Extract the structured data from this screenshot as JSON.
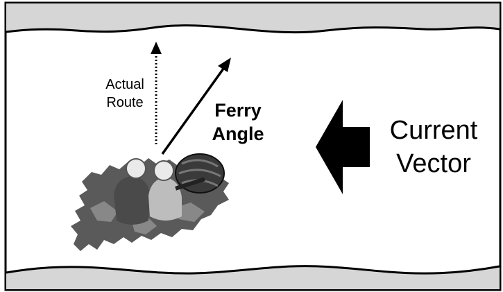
{
  "diagram": {
    "actual_route_label": [
      "Actual",
      "Route"
    ],
    "ferry_angle_label": [
      "Ferry",
      "Angle"
    ],
    "current_vector_label": [
      "Current",
      "Vector"
    ]
  },
  "colors": {
    "bank": "#d6d6d6",
    "water": "#ffffff",
    "ink": "#000000",
    "foliage": "#5a5a5a",
    "helmet": "#eaeaea",
    "raft": "#3a3a3a"
  },
  "icons": {
    "raft": "rafting-crew-illustration",
    "current": "left-arrow"
  }
}
